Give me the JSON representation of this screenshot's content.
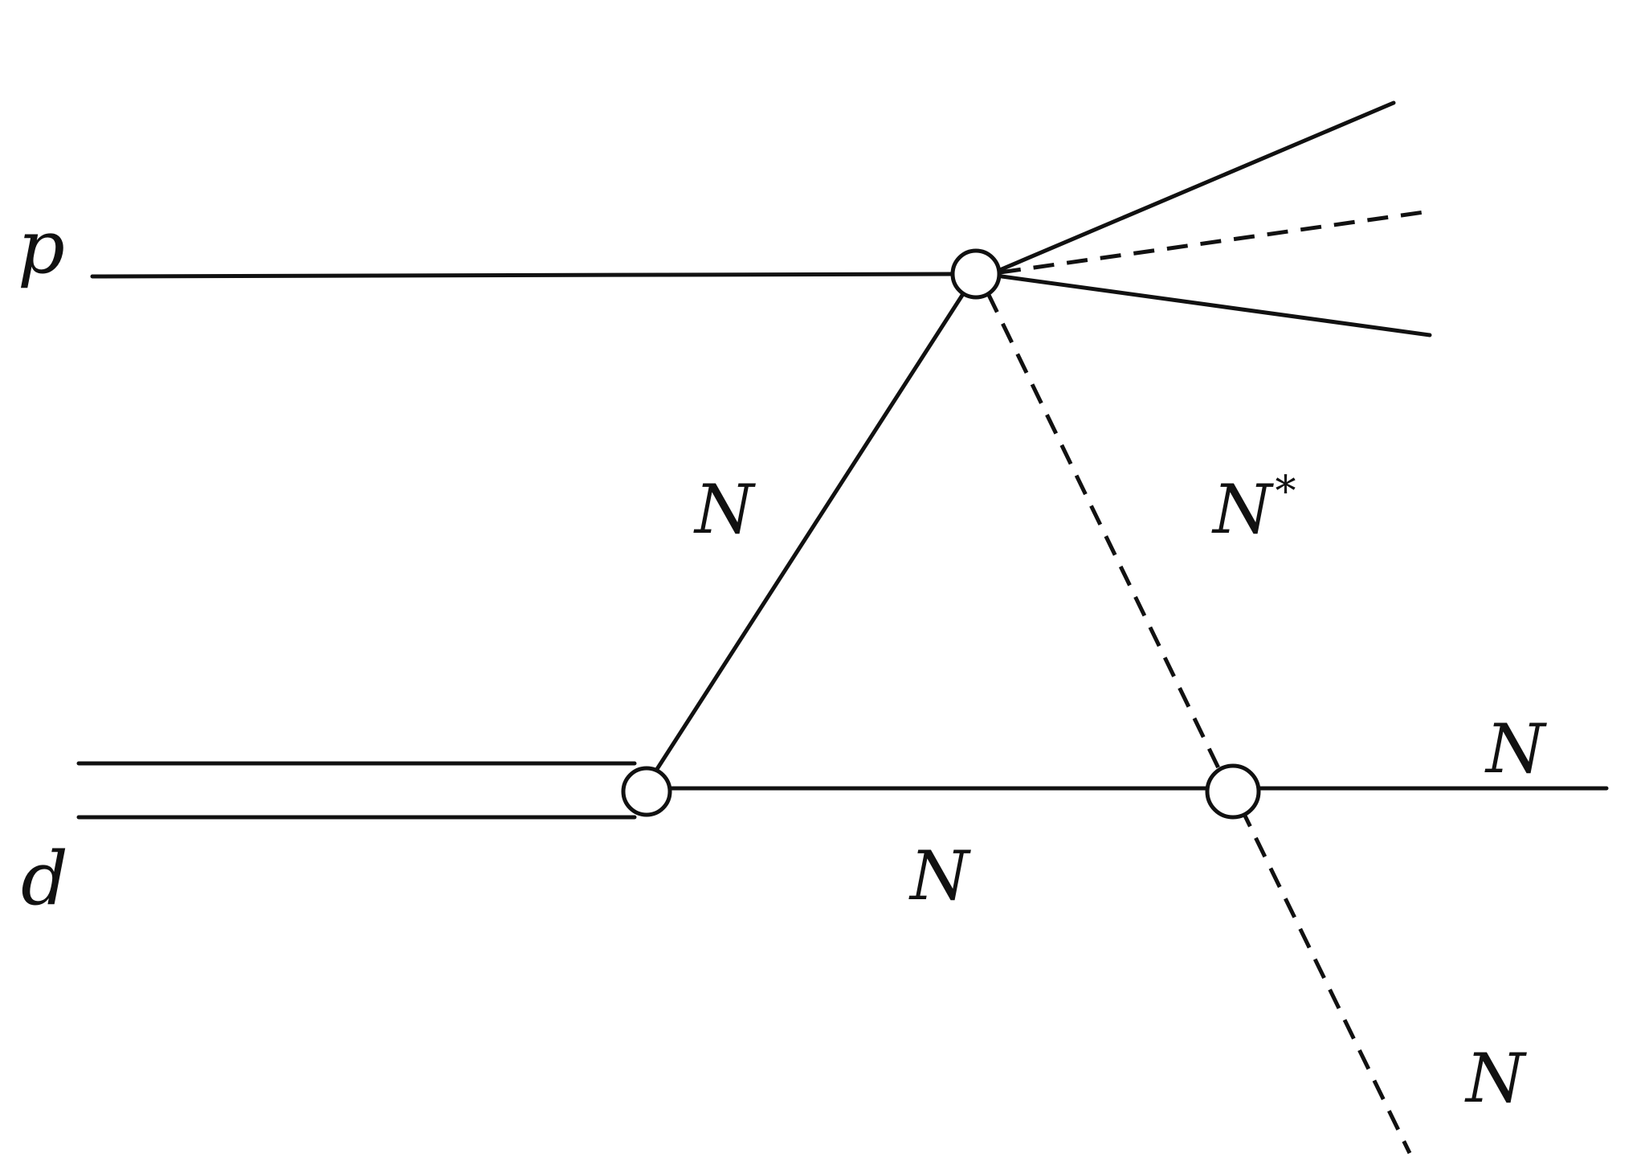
{
  "diagram": {
    "labels": {
      "proton": "p",
      "deuteron": "d",
      "nucleon_exchange": "N",
      "nucleon_lower": "N",
      "nucleon_out_right": "N",
      "nucleon_out_bottom": "N",
      "resonance": "N",
      "resonance_superscript": "*"
    },
    "colors": {
      "stroke": "#111111",
      "background": "#ffffff"
    }
  }
}
